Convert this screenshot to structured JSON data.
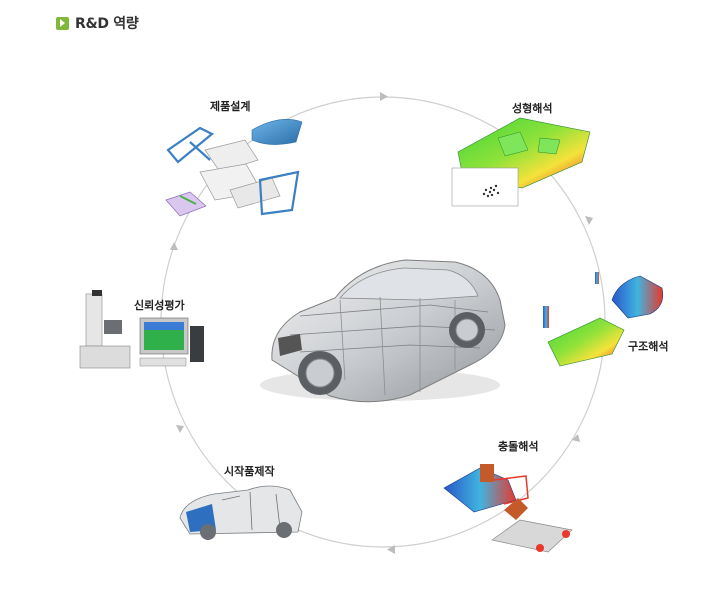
{
  "header": {
    "title": "R&D 역량",
    "icon": "arrow-right-icon",
    "accent": "#7fb83b"
  },
  "cycle": {
    "stages": [
      {
        "id": "product-design",
        "label": "제품설계"
      },
      {
        "id": "forming-analysis",
        "label": "성형해석"
      },
      {
        "id": "structural-analysis",
        "label": "구조해석"
      },
      {
        "id": "crash-analysis",
        "label": "충돌해석"
      },
      {
        "id": "prototype-production",
        "label": "시작품제작"
      },
      {
        "id": "reliability-test",
        "label": "신뢰성평가"
      }
    ]
  },
  "colors": {
    "cycle_line": "#c8c8c8",
    "cae_green": "#4fd63a",
    "cae_red": "#e8382b",
    "cae_blue": "#2a57c9",
    "part_blue": "#3b7fc4"
  }
}
